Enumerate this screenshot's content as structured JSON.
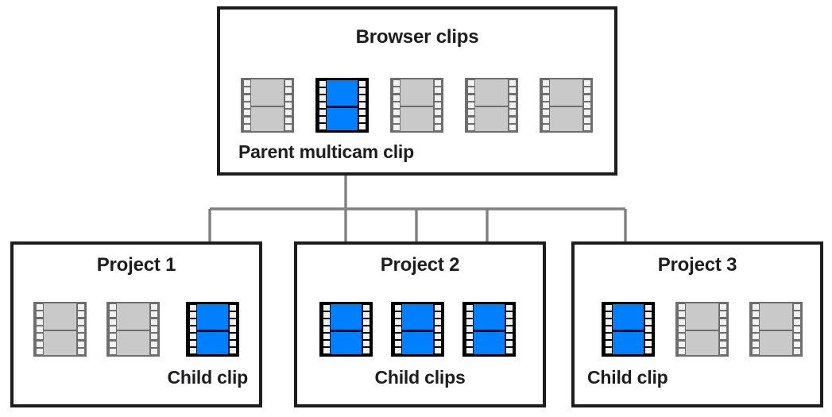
{
  "diagram": {
    "title_semantic": "multicam-parent-child-clip-relationship",
    "colors": {
      "selected_clip": "#0080ff",
      "unselected_clip": "#c9c9c9",
      "box_border": "#1d1d1f",
      "connector": "#808080",
      "clip_border_gray": "#6e6e6e",
      "clip_border_blue": "#000000"
    }
  },
  "browser": {
    "title": "Browser clips",
    "caption": "Parent multicam clip",
    "clips": [
      {
        "label": "browser-clip-1",
        "state": "unselected"
      },
      {
        "label": "browser-clip-2",
        "state": "selected"
      },
      {
        "label": "browser-clip-3",
        "state": "unselected"
      },
      {
        "label": "browser-clip-4",
        "state": "unselected"
      },
      {
        "label": "browser-clip-5",
        "state": "unselected"
      }
    ]
  },
  "projects": [
    {
      "title": "Project 1",
      "caption": "Child clip",
      "caption_align": "right",
      "clips": [
        {
          "label": "project1-clip-1",
          "state": "unselected"
        },
        {
          "label": "project1-clip-2",
          "state": "unselected"
        },
        {
          "label": "project1-clip-3",
          "state": "selected"
        }
      ]
    },
    {
      "title": "Project 2",
      "caption": "Child clips",
      "caption_align": "center",
      "clips": [
        {
          "label": "project2-clip-1",
          "state": "selected"
        },
        {
          "label": "project2-clip-2",
          "state": "selected"
        },
        {
          "label": "project2-clip-3",
          "state": "selected"
        }
      ]
    },
    {
      "title": "Project 3",
      "caption": "Child clip",
      "caption_align": "left",
      "clips": [
        {
          "label": "project3-clip-1",
          "state": "selected"
        },
        {
          "label": "project3-clip-2",
          "state": "unselected"
        },
        {
          "label": "project3-clip-3",
          "state": "unselected"
        }
      ]
    }
  ],
  "connections": [
    {
      "from": "parent-multicam-clip",
      "to": "project1-clip-3"
    },
    {
      "from": "parent-multicam-clip",
      "to": "project2-clip-1"
    },
    {
      "from": "parent-multicam-clip",
      "to": "project2-clip-2"
    },
    {
      "from": "parent-multicam-clip",
      "to": "project2-clip-3"
    },
    {
      "from": "parent-multicam-clip",
      "to": "project3-clip-1"
    }
  ]
}
